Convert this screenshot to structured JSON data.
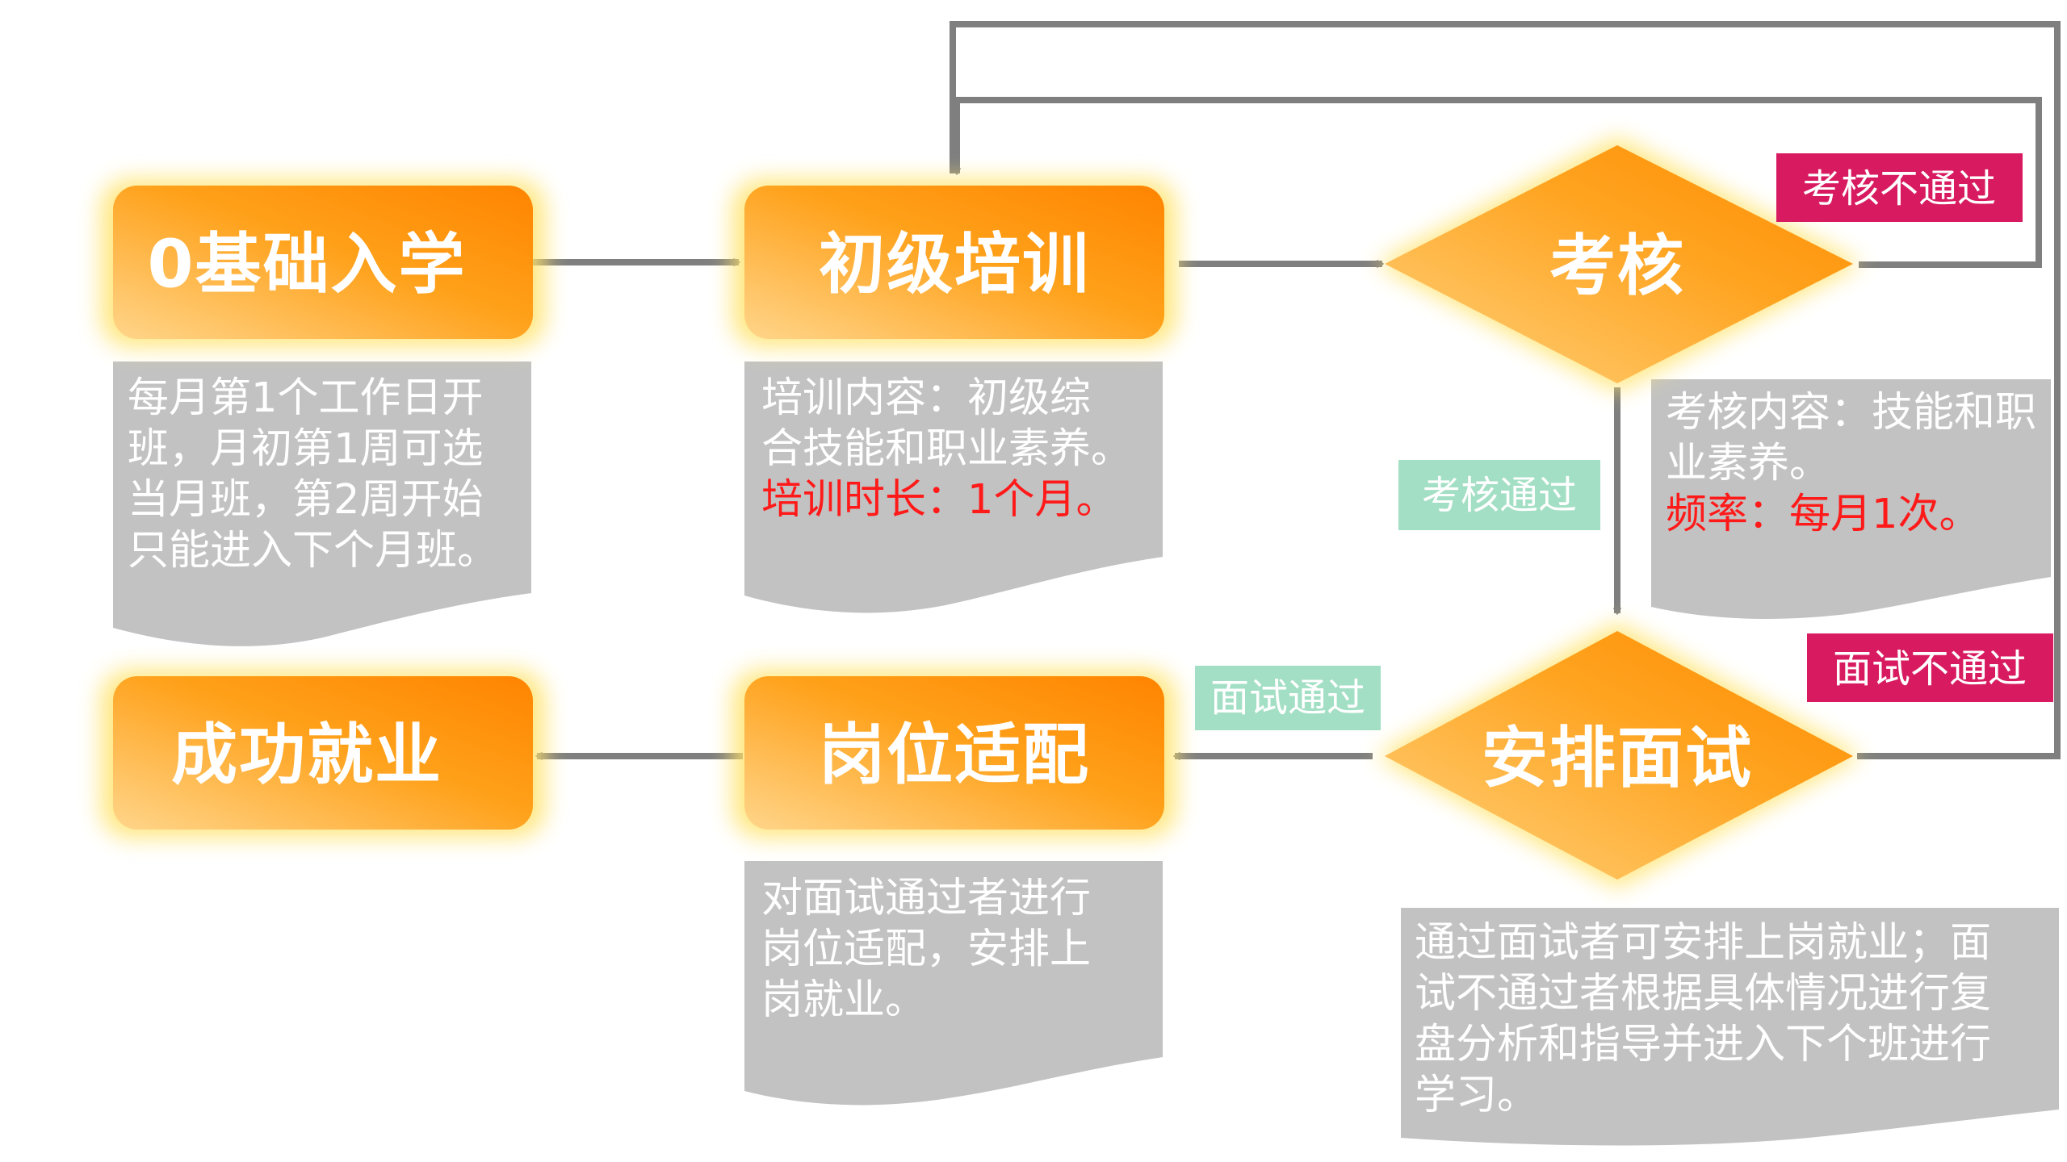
{
  "nodes": {
    "enroll": "0基础入学",
    "training": "初级培训",
    "assessment": "考核",
    "interview": "安排面试",
    "matching": "岗位适配",
    "employment": "成功就业"
  },
  "notes": {
    "enroll": [
      "每月第1个工作日开",
      "班，月初第1周可选",
      "当月班，第2周开始",
      "只能进入下个月班。"
    ],
    "training": [
      "培训内容：初级综",
      "合技能和职业素养。"
    ],
    "training_highlight": "培训时长：1个月。",
    "assessment": [
      "考核内容：技能和职",
      "业素养。"
    ],
    "assessment_highlight": "频率：每月1次。",
    "matching": [
      "对面试通过者进行",
      "岗位适配，安排上",
      "岗就业。"
    ],
    "interview": [
      "通过面试者可安排上岗就业；面",
      "试不通过者根据具体情况进行复",
      "盘分析和指导并进入下个班进行",
      "学习。"
    ]
  },
  "badges": {
    "assessment_fail": "考核不通过",
    "assessment_pass": "考核通过",
    "interview_pass": "面试通过",
    "interview_fail": "面试不通过"
  },
  "colors": {
    "node_light": "#ffd37a",
    "node_dark": "#ff8a00",
    "glow": "#ffe77a",
    "doc_gray": "#c2c2c2",
    "arrow_gray": "#7f7f7f",
    "badge_pink": "#d81b60",
    "badge_green": "#a3dfc4",
    "highlight_red": "#ff1a1a"
  }
}
